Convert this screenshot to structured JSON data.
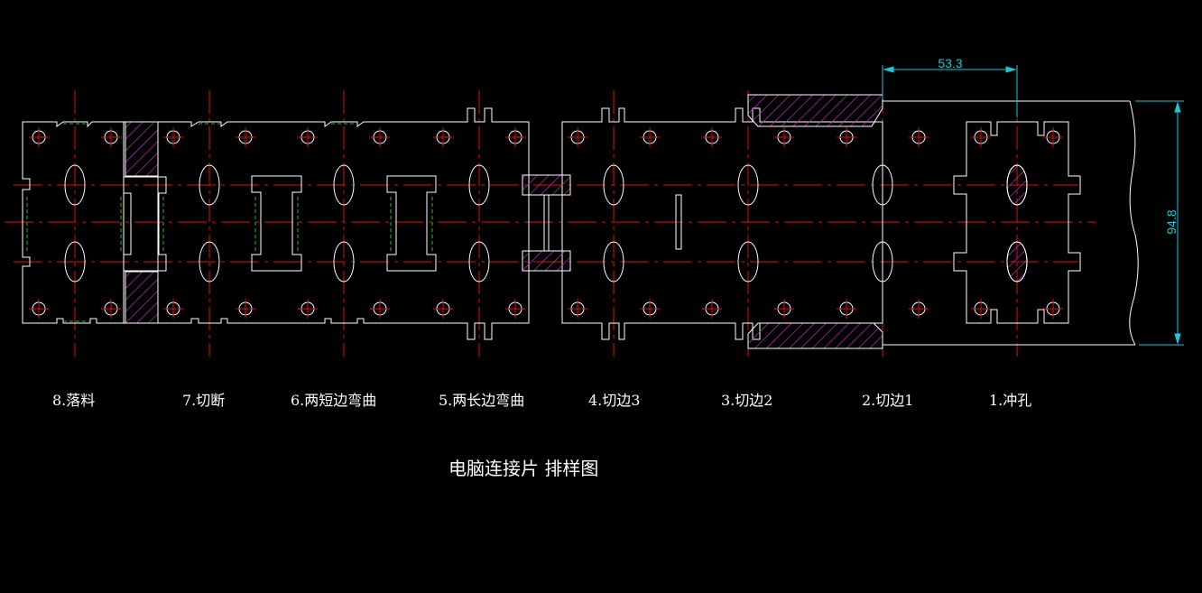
{
  "title": "电脑连接片   排样图",
  "dimensions": {
    "pitch": "53.3",
    "strip_width": "94.8"
  },
  "stations": [
    {
      "id": "s8",
      "label": "8.落料"
    },
    {
      "id": "s7",
      "label": "7.切断"
    },
    {
      "id": "s6",
      "label": "6.两短边弯曲"
    },
    {
      "id": "s5",
      "label": "5.两长边弯曲"
    },
    {
      "id": "s4",
      "label": "4.切边3"
    },
    {
      "id": "s3",
      "label": "3.切边2"
    },
    {
      "id": "s2",
      "label": "2.切边1"
    },
    {
      "id": "s1",
      "label": "1.冲孔"
    }
  ],
  "colors": {
    "background": "#000000",
    "outline": "#ffffff",
    "centerline": "#e01010",
    "hatch": "#c030c0",
    "dimension": "#18c8d8",
    "bend_line": "#20c020"
  }
}
